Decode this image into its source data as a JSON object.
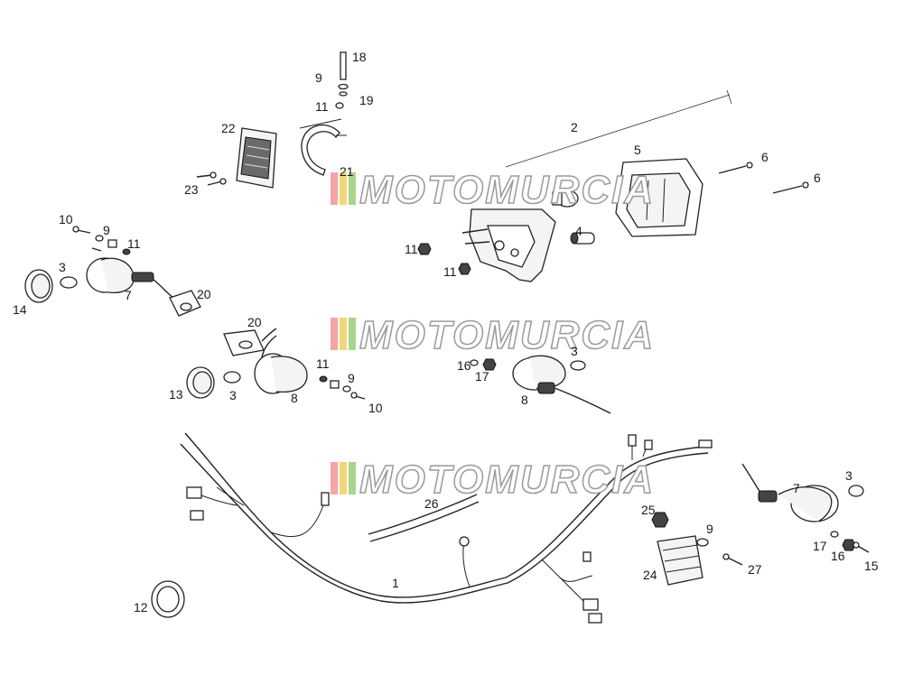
{
  "watermark": {
    "text": "MOTOMURCIA",
    "stripe_colors": [
      "#f4a5a5",
      "#f5d57a",
      "#a8d58c",
      "#9cc4e8",
      "#b9a6d9"
    ]
  },
  "callouts": {
    "c1": "1",
    "c2": "2",
    "c3a": "3",
    "c3b": "3",
    "c3c": "3",
    "c3d": "3",
    "c4": "4",
    "c5": "5",
    "c6a": "6",
    "c6b": "6",
    "c7a": "7",
    "c7b": "7",
    "c8a": "8",
    "c8b": "8",
    "c9a": "9",
    "c9b": "9",
    "c9c": "9",
    "c9d": "9",
    "c10a": "10",
    "c10b": "10",
    "c11a": "11",
    "c11b": "11",
    "c11c": "11",
    "c11d": "11",
    "c11e": "11",
    "c12": "12",
    "c13": "13",
    "c14": "14",
    "c15": "15",
    "c16a": "16",
    "c16b": "16",
    "c17a": "17",
    "c17b": "17",
    "c18": "18",
    "c19": "19",
    "c20a": "20",
    "c20b": "20",
    "c21": "21",
    "c22": "22",
    "c23": "23",
    "c24": "24",
    "c25": "25",
    "c26": "26",
    "c27": "27"
  }
}
